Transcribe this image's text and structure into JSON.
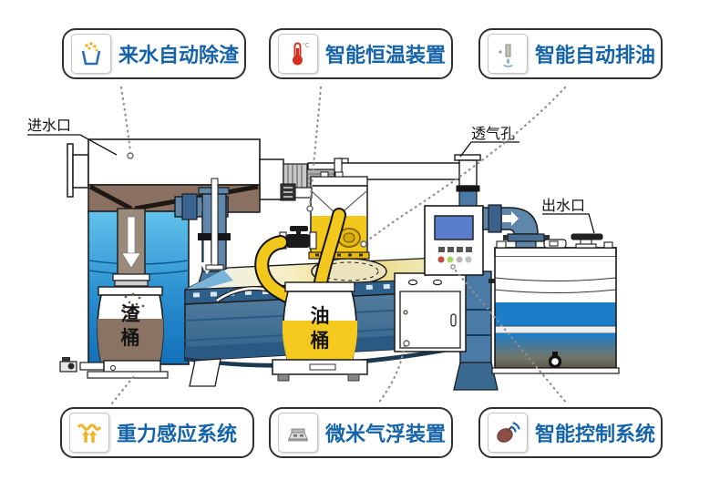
{
  "callouts": {
    "auto_deslag": {
      "label": "来水自动除渣",
      "icon": "bucket-debris-icon"
    },
    "thermostat": {
      "label": "智能恒温装置",
      "icon": "thermometer-icon"
    },
    "auto_oil_drain": {
      "label": "智能自动排油",
      "icon": "oil-drain-icon"
    },
    "gravity_sensing": {
      "label": "重力感应系统",
      "icon": "gravity-arrows-icon"
    },
    "micro_air_flotation": {
      "label": "微米气浮装置",
      "icon": "aerator-icon"
    },
    "smart_control": {
      "label": "智能控制系统",
      "icon": "satellite-dish-icon"
    }
  },
  "diagram": {
    "inlet_label": "进水口",
    "vent_label": "透气孔",
    "outlet_label": "出水口",
    "slag_bucket_label": [
      "渣",
      "桶"
    ],
    "oil_bucket_label": [
      "油",
      "桶"
    ]
  },
  "colors": {
    "accent_blue": "#1563a8",
    "outline": "#1a1a1a",
    "water_light": "#55bbea",
    "water_deep": "#1474bd",
    "tank_steel": "#4d7fa6",
    "oil_yellow": "#f2c81c",
    "slag_brown": "#8a7363",
    "pipe_blue": "#5e87ab",
    "thermo_red": "#d43020",
    "dish_maroon": "#8a4f45"
  }
}
